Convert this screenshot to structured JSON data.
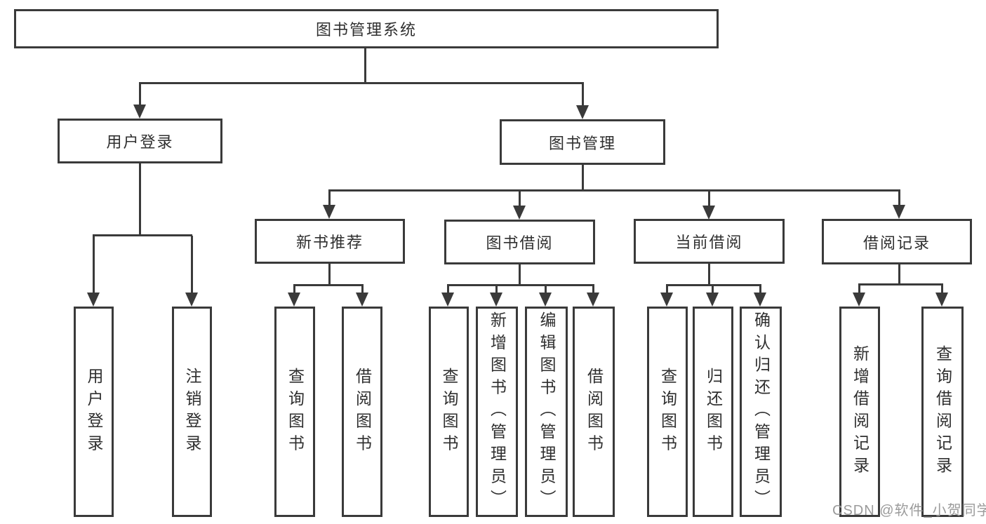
{
  "diagram": {
    "root": {
      "label": "图书管理系统"
    },
    "branches": [
      {
        "label": "用户登录",
        "children": [
          "用户登录",
          "注销登录"
        ]
      },
      {
        "label": "图书管理"
      }
    ],
    "modules": [
      {
        "label": "新书推荐",
        "children": [
          "查询图书",
          "借阅图书"
        ]
      },
      {
        "label": "图书借阅",
        "children": [
          "查询图书",
          "新增图书（管理员）",
          "编辑图书（管理员）",
          "借阅图书"
        ]
      },
      {
        "label": "当前借阅",
        "children": [
          "查询图书",
          "归还图书",
          "确认归还（管理员）"
        ]
      },
      {
        "label": "借阅记录",
        "children": [
          "新增借阅记录",
          "查询借阅记录"
        ]
      }
    ],
    "watermark": "CSDN @软件_小贺同学"
  },
  "colors": {
    "line": "#3a3a3a",
    "text": "#2f2f2f",
    "watermark_gray": "#9b9b9b",
    "background": "#ffffff"
  }
}
